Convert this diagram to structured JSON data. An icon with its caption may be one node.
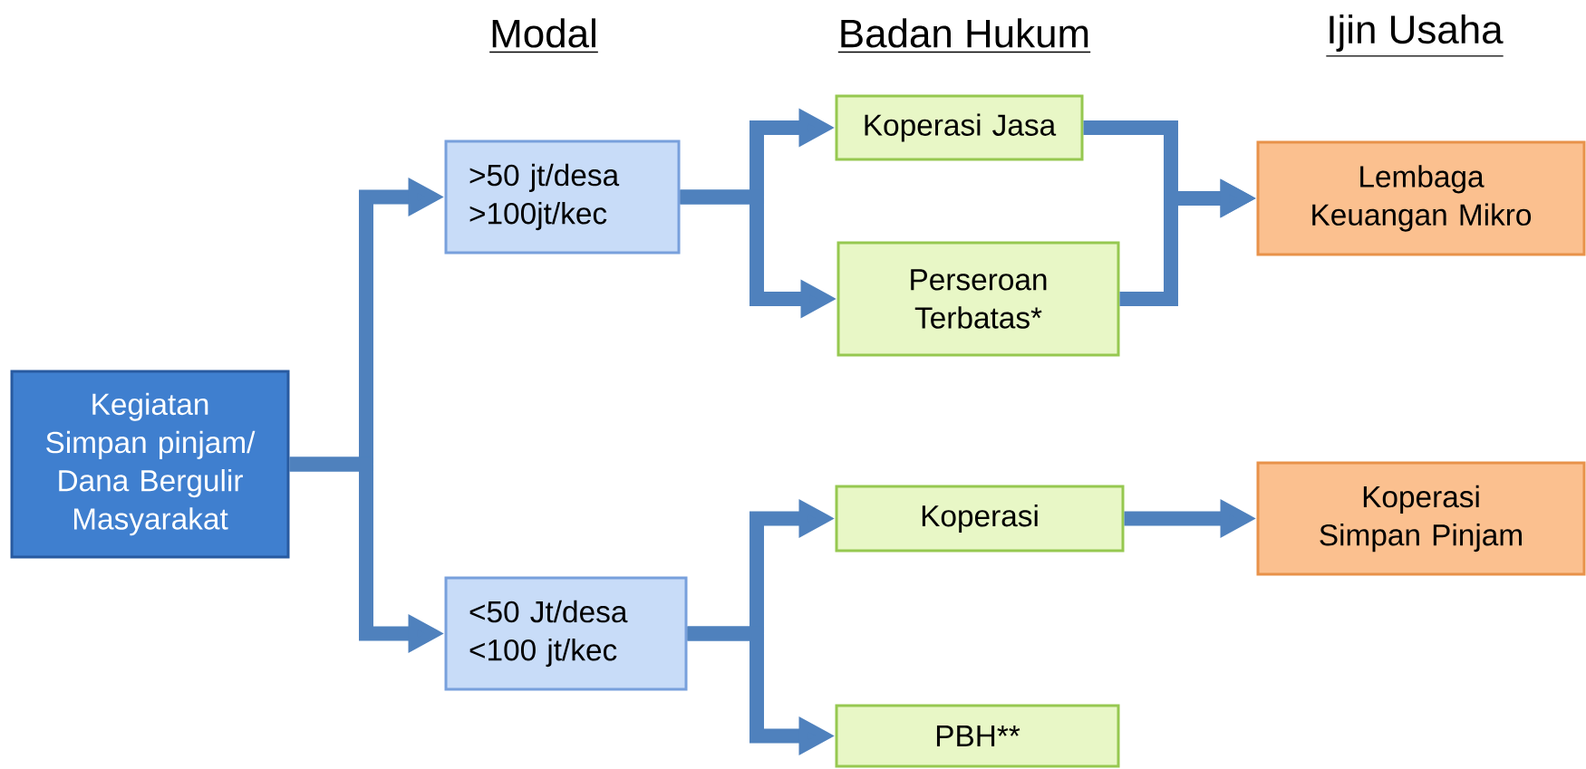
{
  "diagram": {
    "nodes": [
      {
        "text": [
          "Kegiatan Simpan pinjam/ Dana Bergulir Masyarakat"
        ]
      },
      {
        "text": [
          ">50 jt/desa",
          ">100jt/kec"
        ]
      },
      {
        "text": [
          "<50 Jt/desa",
          "<100 jt/kec"
        ]
      },
      {
        "text": [
          "Koperasi Jasa"
        ]
      },
      {
        "text": [
          "Perseroan Terbatas*"
        ]
      },
      {
        "text": [
          "Koperasi"
        ]
      },
      {
        "text": [
          "PBH**"
        ]
      },
      {
        "text": [
          "Lembaga Keuangan Mikro"
        ]
      },
      {
        "text": [
          "Koperasi Simpan Pinjam"
        ]
      }
    ],
    "edges": [
      {
        "from": 0,
        "to": 1,
        "arrow": "to"
      },
      {
        "from": 0,
        "to": 2,
        "arrow": "to"
      },
      {
        "from": 1,
        "to": 3,
        "arrow": "to"
      },
      {
        "from": 1,
        "to": 4,
        "arrow": "to"
      },
      {
        "from": 2,
        "to": 5,
        "arrow": "to"
      },
      {
        "from": 2,
        "to": 6,
        "arrow": "to"
      },
      {
        "from": 3,
        "to": 7,
        "arrow": "to"
      },
      {
        "from": 4,
        "to": 7,
        "arrow": "to"
      },
      {
        "from": 5,
        "to": 8,
        "arrow": "to"
      }
    ],
    "labels": [
      "Modal",
      "Badan Hukum",
      "Ijin Usaha"
    ]
  }
}
